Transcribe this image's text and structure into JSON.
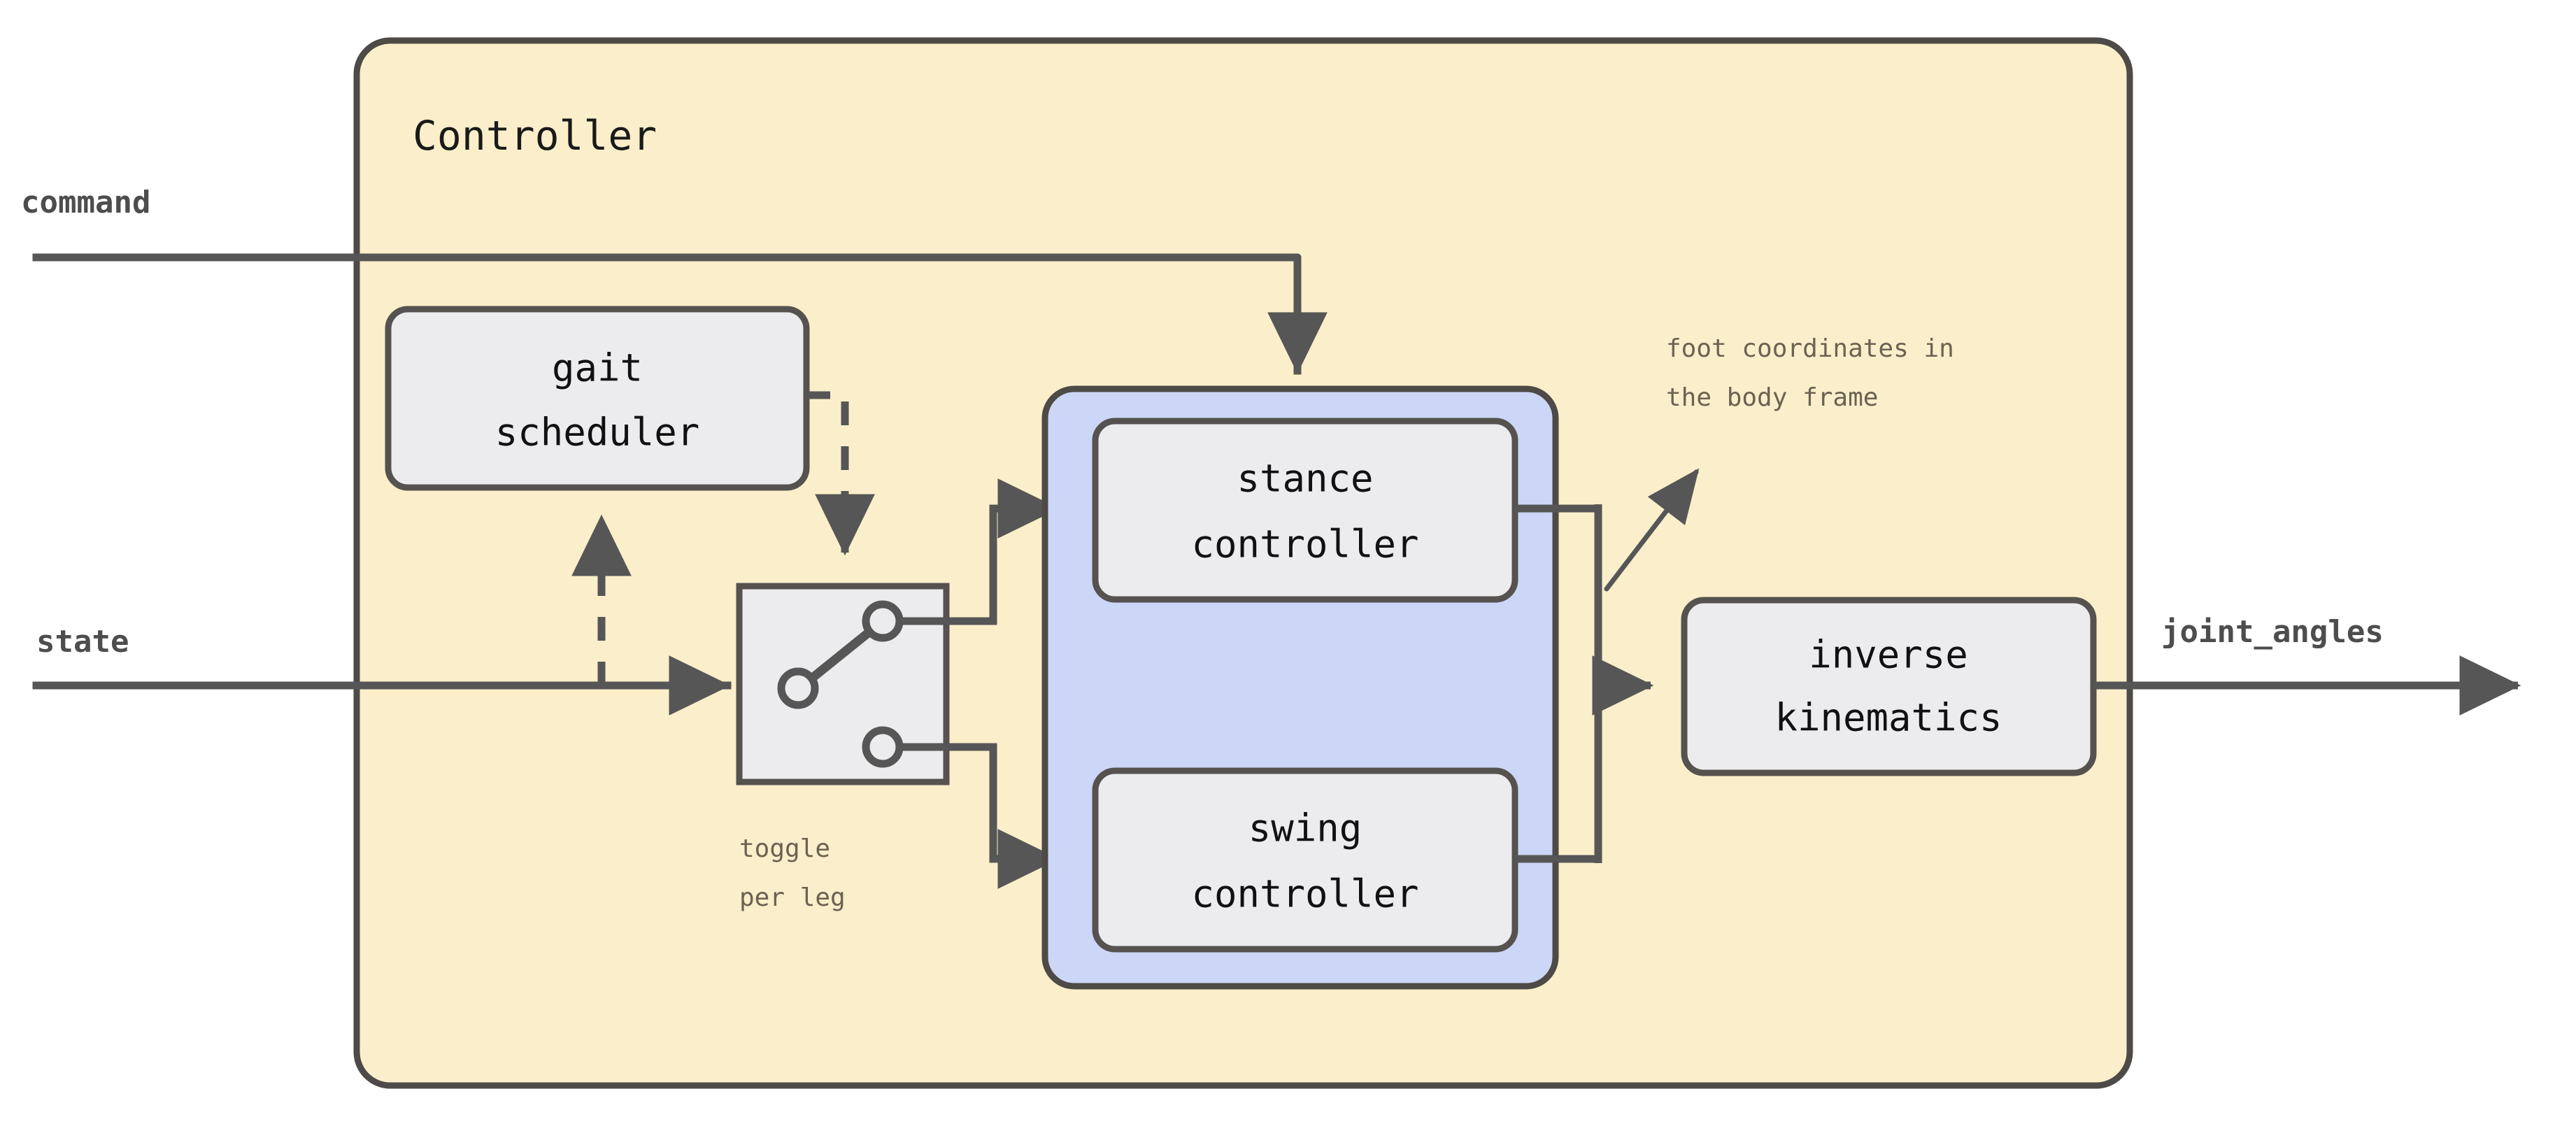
{
  "diagram": {
    "title": "Controller",
    "colors": {
      "canvas": "#ffffff",
      "controller_fill": "#faefca",
      "controller_stroke": "#4d4a47",
      "group_fill": "#ccd6f6",
      "group_stroke": "#4d4a47",
      "block_fill": "#ececef",
      "block_stroke": "#55524f",
      "wire": "#565656",
      "note_text": "#6b6252",
      "io_text": "#4d4d4d",
      "block_text": "#111111"
    },
    "container": {
      "label": "Controller"
    },
    "inputs": [
      {
        "id": "command",
        "label": "command"
      },
      {
        "id": "state",
        "label": "state"
      }
    ],
    "outputs": [
      {
        "id": "joint_angles",
        "label": "joint_angles"
      }
    ],
    "blocks": [
      {
        "id": "gait-scheduler",
        "line1": "gait",
        "line2": "scheduler"
      },
      {
        "id": "stance-controller",
        "line1": "stance",
        "line2": "controller"
      },
      {
        "id": "swing-controller",
        "line1": "swing",
        "line2": "controller"
      },
      {
        "id": "inverse-kinematics",
        "line1": "inverse",
        "line2": "kinematics"
      }
    ],
    "switch": {
      "id": "leg-toggle-switch",
      "caption_line1": "toggle",
      "caption_line2": "per leg"
    },
    "annotations": [
      {
        "id": "foot-coordinates-note",
        "line1": "foot coordinates in",
        "line2": "the body frame"
      }
    ]
  }
}
